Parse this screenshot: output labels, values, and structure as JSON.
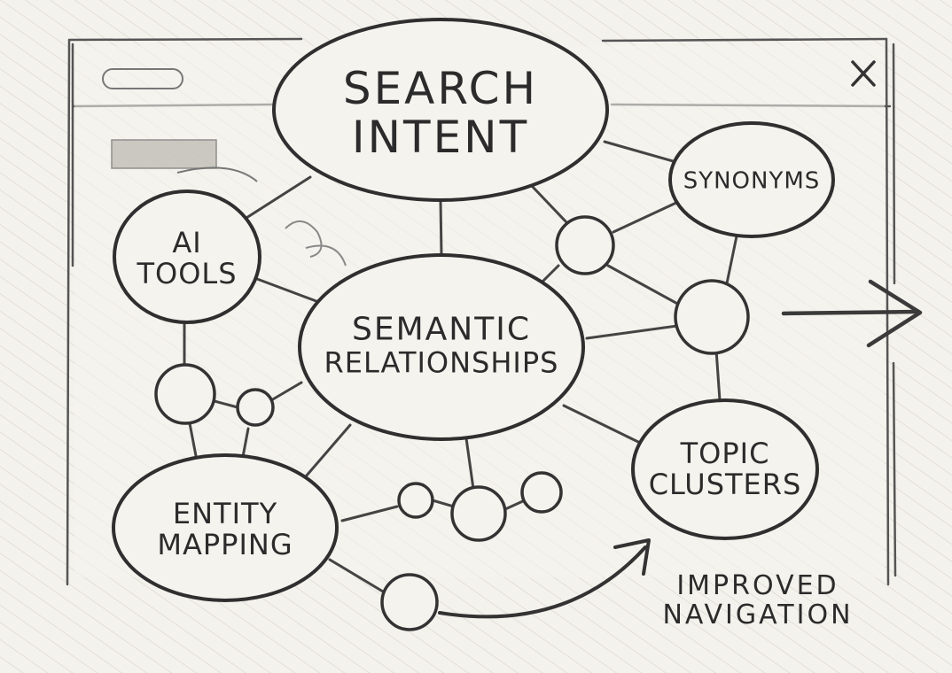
{
  "window": {
    "close_glyph": "✕"
  },
  "nodes": {
    "search_intent": {
      "line1": "SEARCH",
      "line2": "INTENT"
    },
    "semantic": {
      "line1": "SEMANTIC",
      "line2": "RELATIONSHIPS"
    },
    "ai_tools": {
      "line1": "AI",
      "line2": "TOOLS"
    },
    "synonyms": {
      "line1": "SYNONYMS"
    },
    "topic_clusters": {
      "line1": "TOPIC",
      "line2": "CLUSTERS"
    },
    "entity_mapping": {
      "line1": "ENTITY",
      "line2": "MAPPING"
    }
  },
  "caption": {
    "line1": "IMPROVED",
    "line2": "NAVIGATION"
  },
  "colors": {
    "ink": "#2b2b2b",
    "paper": "#f4f2ec",
    "hatch": "#cfccc4"
  }
}
